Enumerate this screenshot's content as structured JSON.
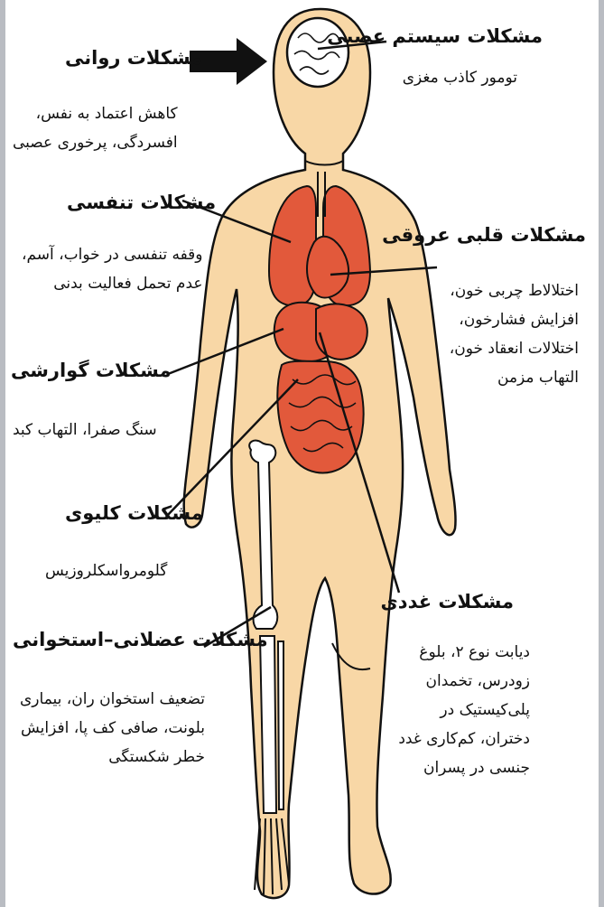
{
  "colors": {
    "skin": "#f8d7a6",
    "outline": "#111111",
    "organ": "#e2593b",
    "bone": "#ffffff",
    "brain": "#ffffff"
  },
  "labels": {
    "neuro": {
      "title": "مشکلات سیستم عصبی",
      "lines": [
        "تومور کاذب مغزی"
      ]
    },
    "psych": {
      "title": "مشکلات روانی",
      "lines": [
        "کاهش اعتماد به نفس،",
        "افسردگی، پرخوری عصبی"
      ]
    },
    "resp": {
      "title": "مشکلات تنفسی",
      "lines": [
        "وقفه تنفسی در خواب، آسم،",
        "عدم تحمل فعالیت بدنی"
      ]
    },
    "cardio": {
      "title": "مشکلات قلبی عروقی",
      "lines": [
        "اختلالاط چربی خون،",
        "افزایش فشارخون،",
        "اختلالات انعقاد خون،",
        "التهاب مزمن"
      ]
    },
    "gastro": {
      "title": "مشکلات گوارشی",
      "lines": [
        "سنگ صفرا، التهاب کبد"
      ]
    },
    "renal": {
      "title": "مشکلات کلیوی",
      "lines": [
        "گلومرواسکلروزیس"
      ]
    },
    "endo": {
      "title": "مشکلات غددی",
      "lines": [
        "دیابت نوع ۲، بلوغ",
        "زودرس، تخمدان",
        "پلی‌کیستیک در",
        "دختران، کم‌کاری غدد",
        "جنسی در پسران"
      ]
    },
    "musc": {
      "title": "مشکلات عضلانی–استخوانی",
      "lines": [
        "تضعیف استخوان ران، بیماری",
        "بلونت، صافی کف پا، افزایش",
        "خطر شکستگی"
      ]
    }
  }
}
